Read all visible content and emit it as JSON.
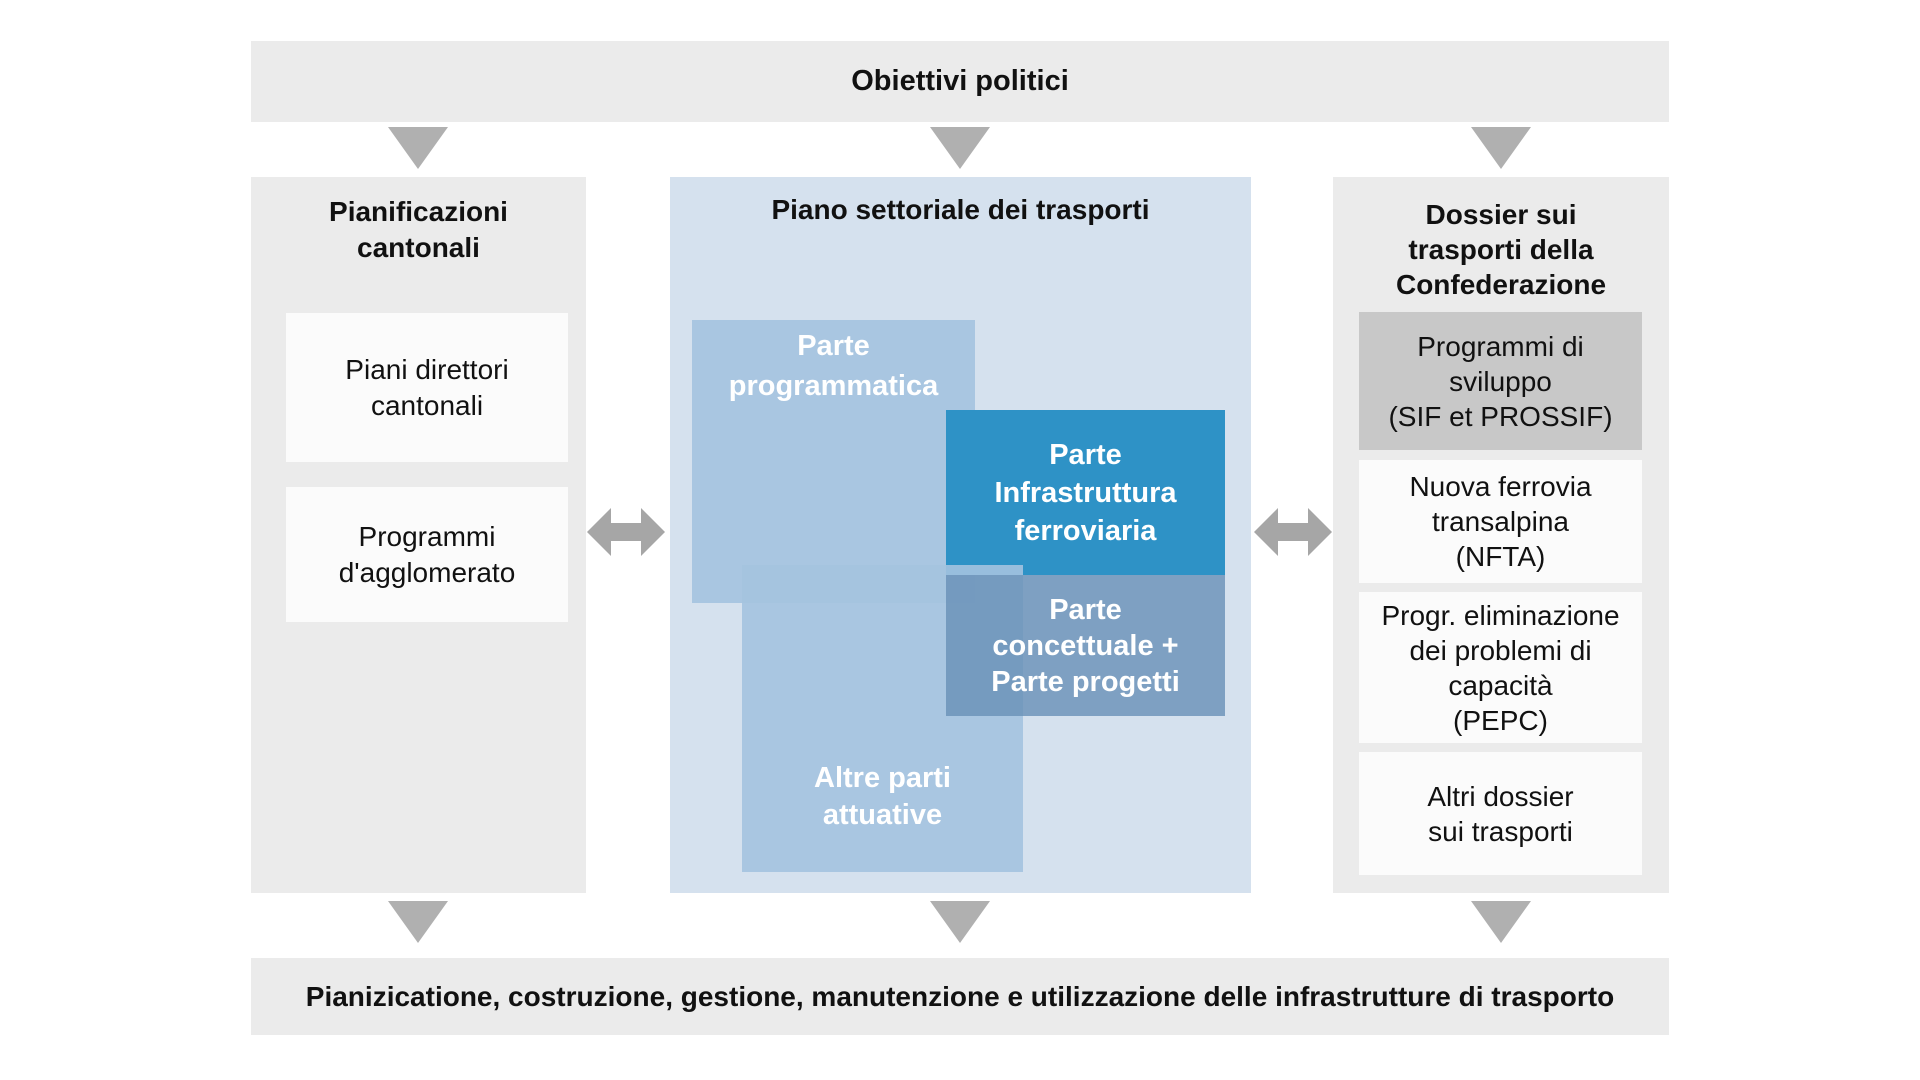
{
  "top_bar": {
    "label": "Obiettivi politici"
  },
  "bottom_bar": {
    "label": "Pianizicatione, costruzione, gestione, manutenzione e utilizzazione delle infrastrutture di trasporto"
  },
  "left_column": {
    "title": "Pianificazioni\ncantonali",
    "boxes": [
      {
        "label": "Piani direttori\ncantonali"
      },
      {
        "label": "Programmi\nd'agglomerato"
      }
    ]
  },
  "center_column": {
    "title": "Piano settoriale dei trasporti",
    "programmatic": "Parte\nprogrammatica",
    "infrastructure": "Parte\nInfrastruttura\nferroviaria",
    "conceptual": "Parte\nconcettuale +\nParte progetti",
    "other": "Altre parti\nattuative"
  },
  "right_column": {
    "title": "Dossier sui\ntrasporti della\nConfederazione",
    "boxes": [
      {
        "label": "Programmi di\nsviluppo\n(SIF et PROSSIF)",
        "highlighted": true
      },
      {
        "label": "Nuova ferrovia\ntransalpina\n(NFTA)",
        "highlighted": false
      },
      {
        "label": "Progr. eliminazione\ndei problemi di\ncapacità\n(PEPC)",
        "highlighted": false
      },
      {
        "label": "Altri dossier\nsui trasporti",
        "highlighted": false
      }
    ]
  },
  "colors": {
    "panel_gray": "#ebebeb",
    "box_white": "#fbfbfb",
    "box_gray": "#c8c8c8",
    "col_blue_bg": "#d5e1ee",
    "mid_blue": "#a9c6e1",
    "dark_blue": "#2e92c6",
    "other_blue": "#a4c3df",
    "concept_blue": "#6890b6",
    "arrow_gray": "#a6a6a6",
    "arrow_gray_light": "#b0b0b0"
  }
}
